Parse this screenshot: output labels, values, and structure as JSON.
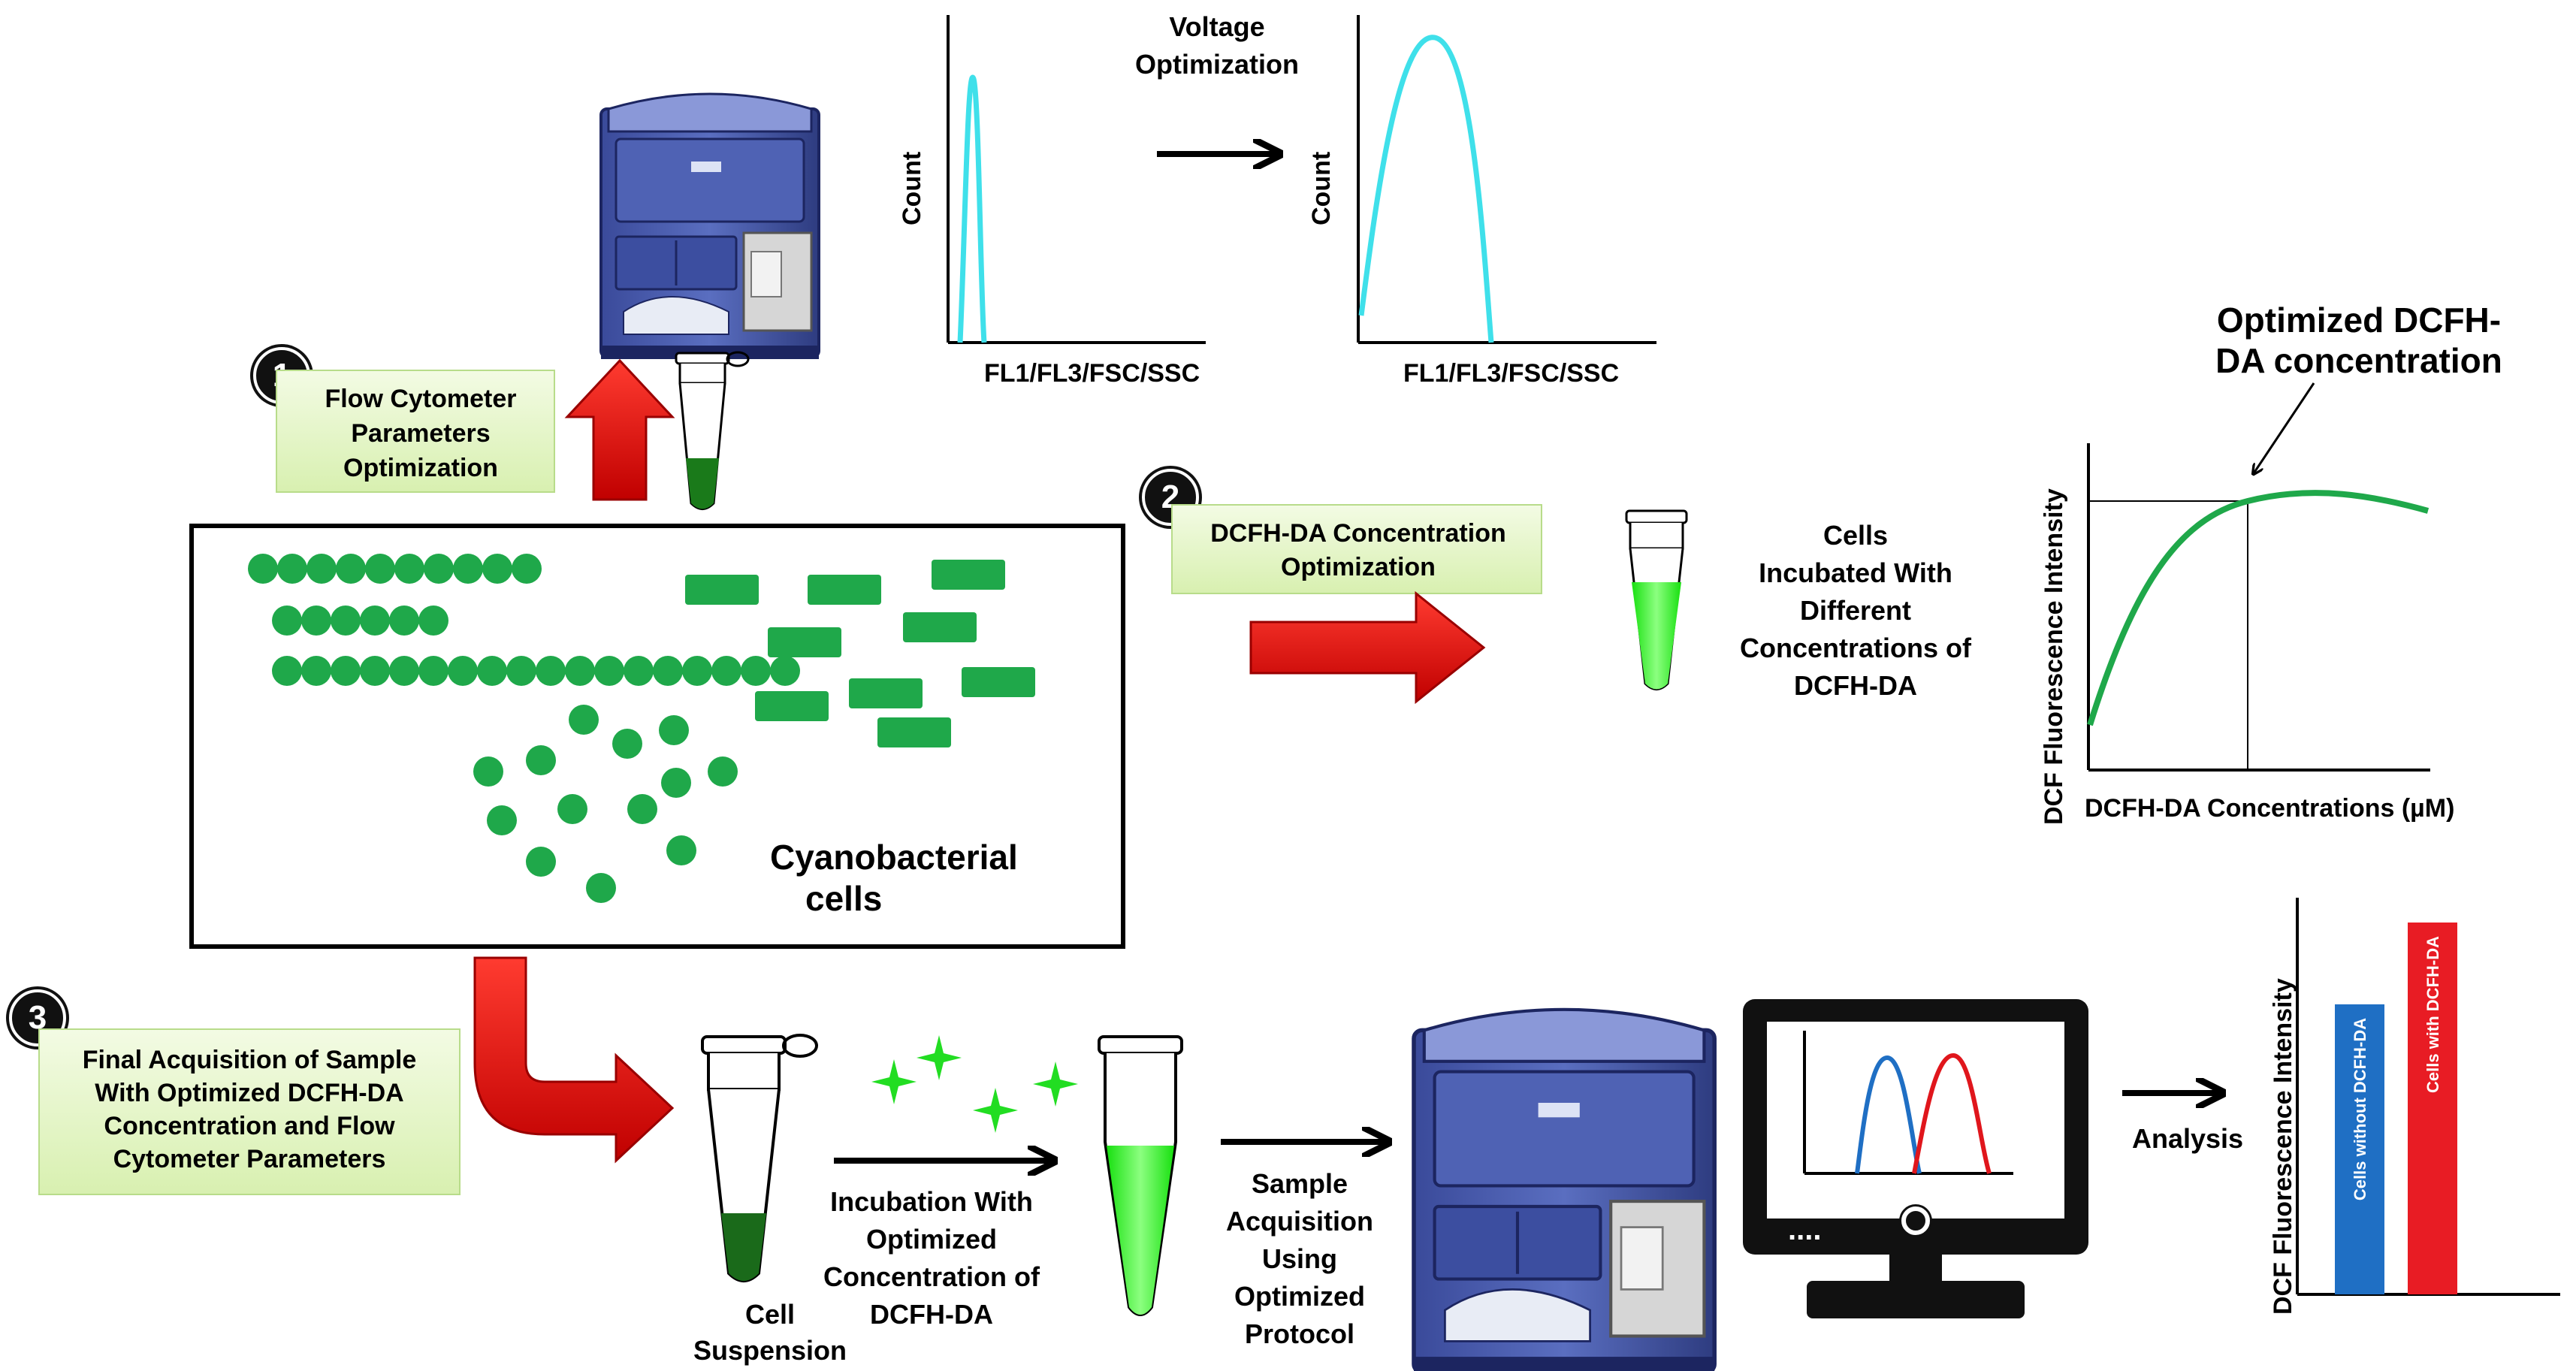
{
  "steps": [
    {
      "number": "1",
      "lines": [
        "Flow Cytometer",
        "Parameters",
        "Optimization"
      ]
    },
    {
      "number": "2",
      "lines": [
        "DCFH-DA Concentration",
        "Optimization"
      ]
    },
    {
      "number": "3",
      "lines": [
        "Final Acquisition of Sample",
        "With Optimized DCFH-DA",
        "Concentration and Flow",
        "Cytometer Parameters"
      ]
    }
  ],
  "voltage": {
    "lines": [
      "Voltage",
      "Optimization"
    ]
  },
  "histogram_left": {
    "ylabel": "Count",
    "xlabel": "FL1/FL3/FSC/SSC"
  },
  "histogram_right": {
    "ylabel": "Count",
    "xlabel": "FL1/FL3/FSC/SSC"
  },
  "cells_box": {
    "lines": [
      "Cyanobacterial",
      "cells"
    ]
  },
  "incubated": {
    "lines": [
      "Cells",
      "Incubated With",
      "Different",
      "Concentrations of",
      "DCFH-DA"
    ]
  },
  "conc_chart": {
    "title_lines": [
      "Optimized DCFH-",
      "DA concentration"
    ],
    "ylabel": "DCF  Fluorescence Intensity",
    "xlabel": "DCFH-DA Concentrations (µM)"
  },
  "cell_suspension": {
    "lines": [
      "Cell",
      "Suspension"
    ]
  },
  "incubation": {
    "lines": [
      "Incubation With",
      "Optimized",
      "Concentration of",
      "DCFH-DA"
    ]
  },
  "acquisition": {
    "lines": [
      "Sample",
      "Acquisition",
      "Using",
      "Optimized",
      "Protocol"
    ]
  },
  "monitor": {
    "dots": "....",
    "blue_color": "#1f6fc4",
    "red_color": "#e0161c"
  },
  "analysis": {
    "label": "Analysis"
  },
  "bar_chart": {
    "ylabel": "DCF  Fluorescence Intensity",
    "bars": [
      {
        "label": "Cells without DCFH-DA",
        "value": 0.78,
        "color": "#1f6fc4"
      },
      {
        "label": "Cells with DCFH-DA",
        "value": 1.0,
        "color": "#e81c24"
      }
    ]
  },
  "colors": {
    "cell_green": "#1fa84a",
    "cyan_curve": "#3fe0ea",
    "label_box": "#e6f6c8",
    "arrow_red": "#e0161c",
    "sparkle": "#22dd22"
  }
}
